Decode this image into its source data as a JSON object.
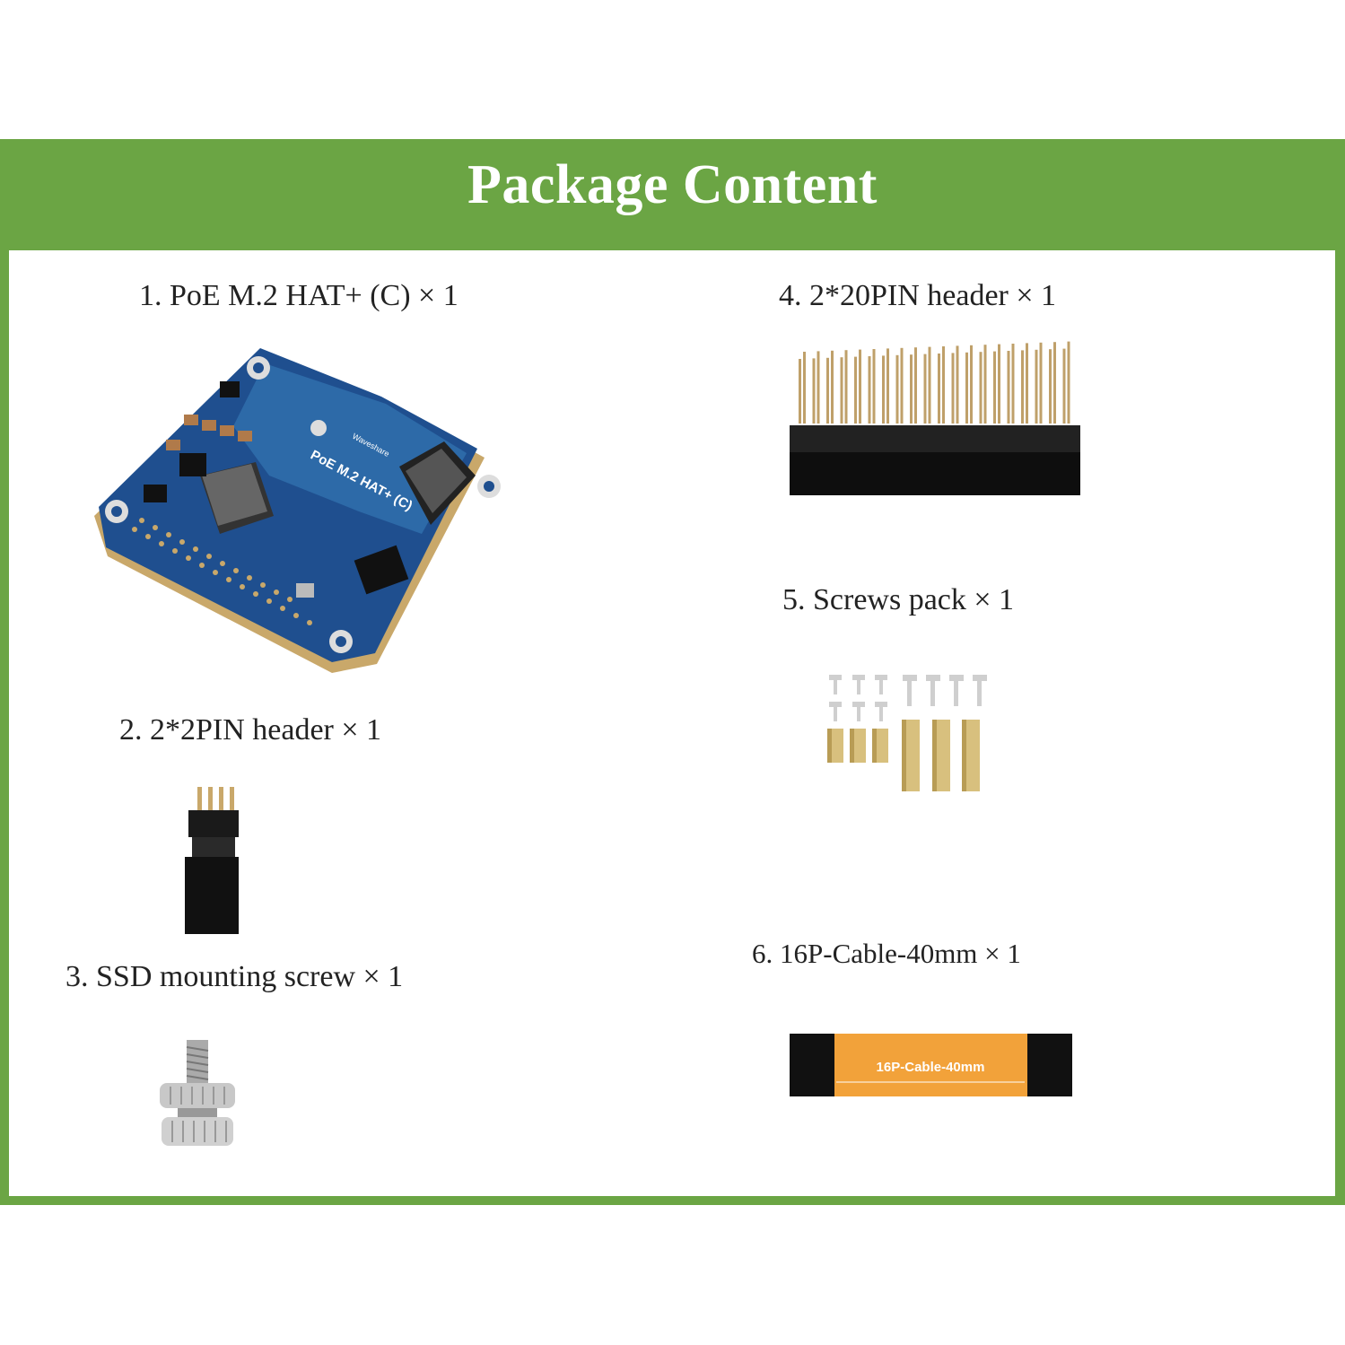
{
  "header": {
    "title": "Package Content"
  },
  "items": [
    {
      "label": "1. PoE M.2 HAT+ (C) × 1",
      "board_text": "PoE M.2 HAT+ (C)",
      "brand_text": "Waveshare"
    },
    {
      "label": "2. 2*2PIN header × 1"
    },
    {
      "label": "3. SSD mounting screw × 1"
    },
    {
      "label": "4. 2*20PIN header × 1"
    },
    {
      "label": "5. Screws pack × 1"
    },
    {
      "label": "6. 16P-Cable-40mm × 1",
      "cable_text": "16P-Cable-40mm"
    }
  ],
  "colors": {
    "frame": "#6ba544",
    "pcb": "#1f4f8f",
    "cable": "#f2a23a"
  }
}
